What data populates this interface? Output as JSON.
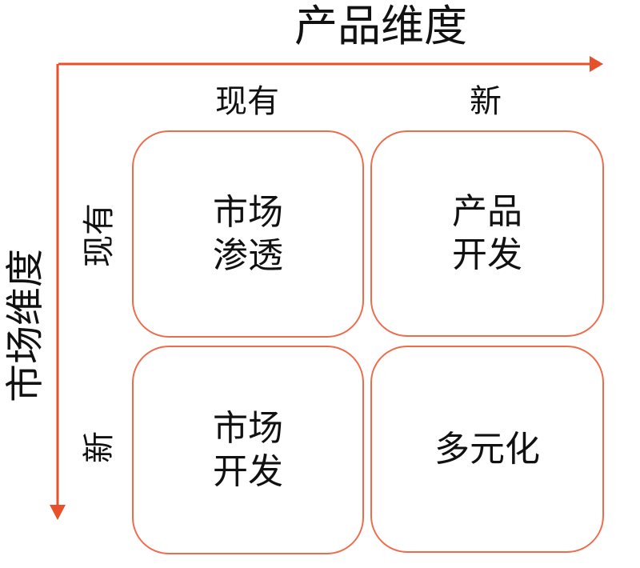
{
  "diagram": {
    "x_axis": {
      "label": "产品维度"
    },
    "y_axis": {
      "label": "市场维度"
    },
    "column_headers": [
      "现有",
      "新"
    ],
    "row_headers": [
      "现有",
      "新"
    ],
    "cells": [
      {
        "name": "市场渗透",
        "lines": [
          "市场",
          "渗透"
        ]
      },
      {
        "name": "产品开发",
        "lines": [
          "产品",
          "开发"
        ]
      },
      {
        "name": "市场开发",
        "lines": [
          "市场",
          "开发"
        ]
      },
      {
        "name": "多元化",
        "lines": [
          "多元化",
          ""
        ]
      }
    ],
    "colors": {
      "arrow": "#E8502B",
      "box_border": "#ED6C4B",
      "text": "#111111",
      "background": "#FFFFFF"
    }
  }
}
